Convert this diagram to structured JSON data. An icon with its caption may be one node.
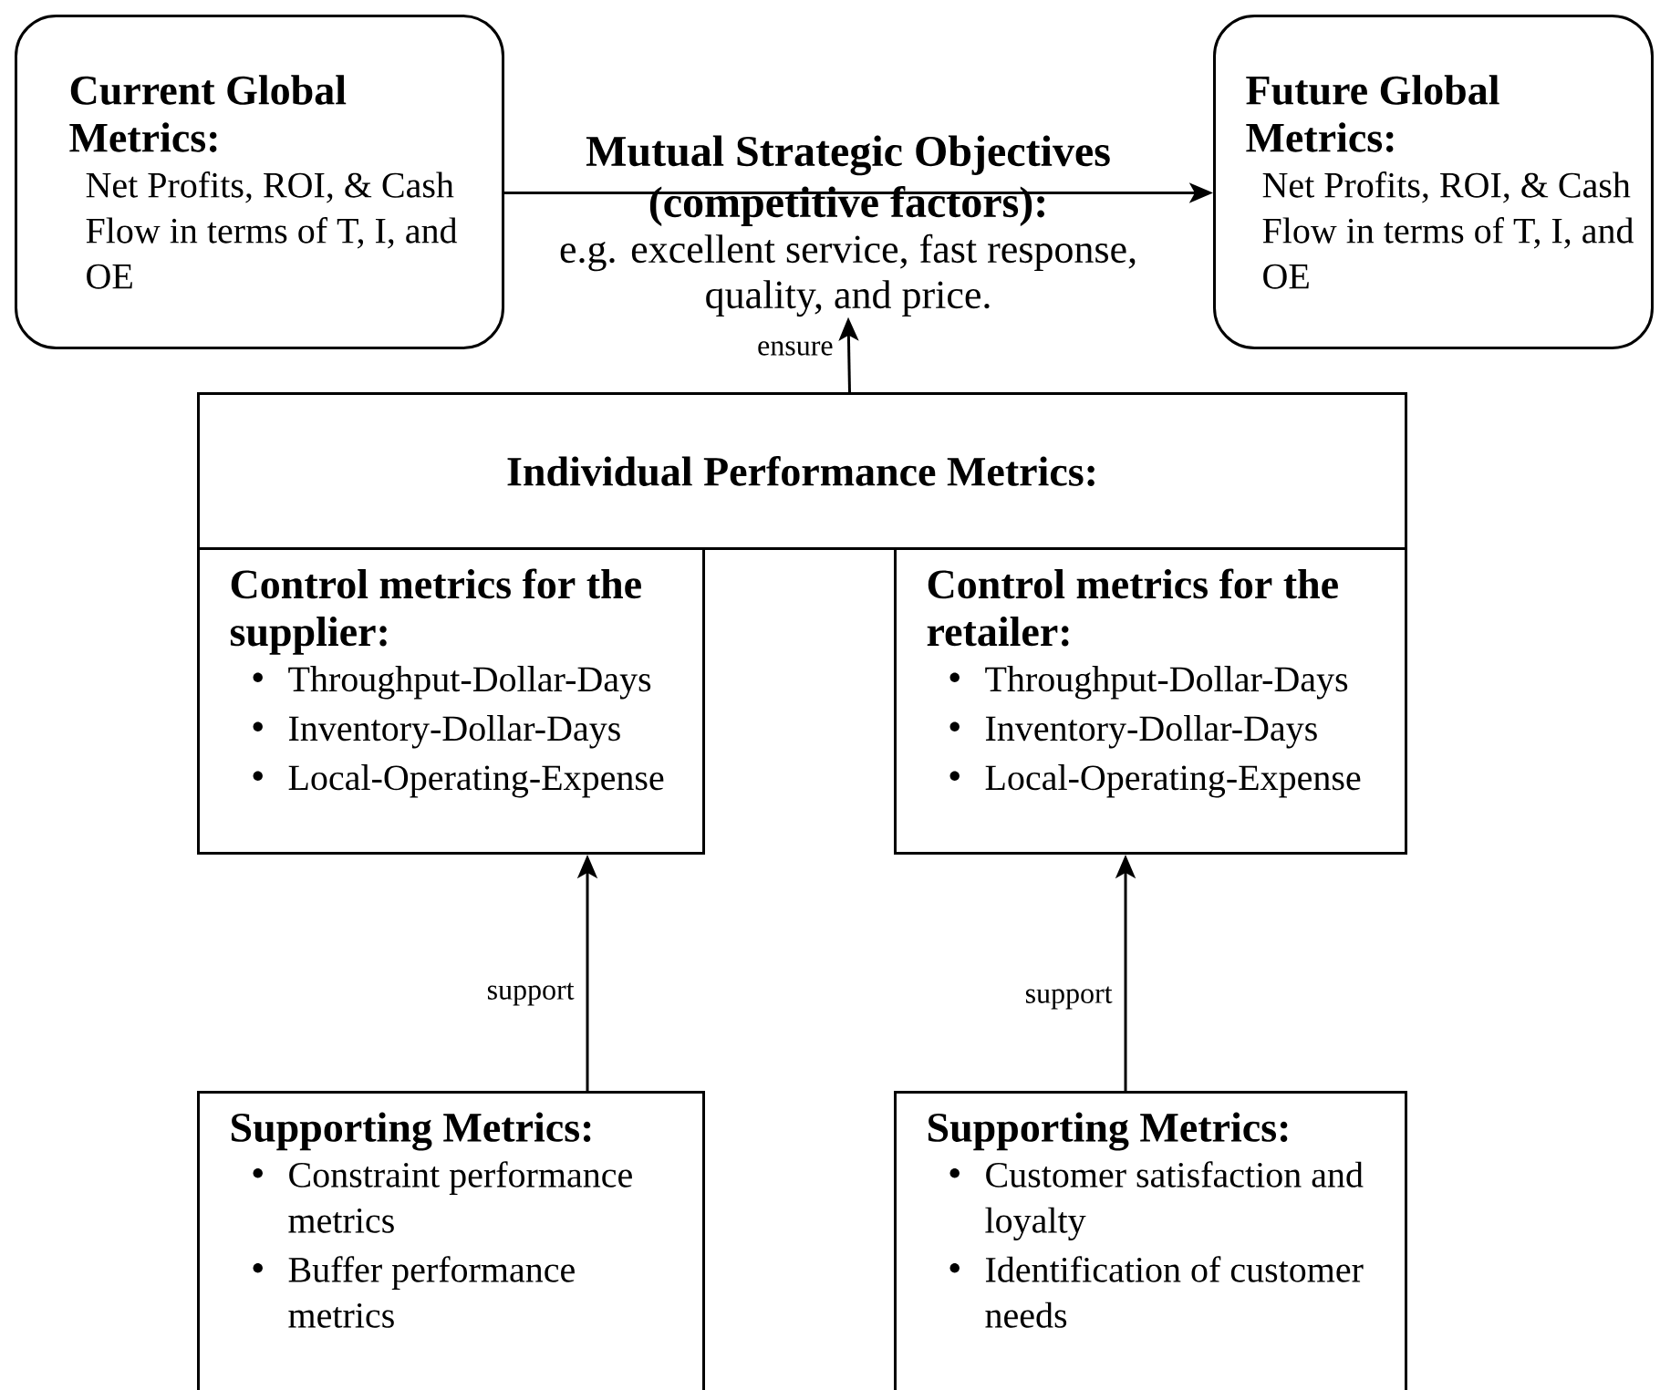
{
  "diagram": {
    "nodes": [
      {
        "text": [
          "Current Global Metrics:",
          "Net Profits, ROI, & Cash Flow in terms of T, I, and OE"
        ]
      },
      {
        "text": [
          "Mutual Strategic Objectives (competitive factors):",
          "e.g. excellent service, fast response, quality, and price."
        ]
      },
      {
        "text": [
          "Future Global Metrics:",
          "Net Profits, ROI, & Cash Flow in terms of T, I, and OE"
        ]
      },
      {
        "text": [
          "Individual Performance Metrics:"
        ]
      },
      {
        "text": [
          "Control metrics for the supplier:",
          "Throughput-Dollar-Days",
          "Inventory-Dollar-Days",
          "Local-Operating-Expense"
        ]
      },
      {
        "text": [
          "Control metrics for the retailer:",
          "Throughput-Dollar-Days",
          "Inventory-Dollar-Days",
          "Local-Operating-Expense"
        ]
      },
      {
        "text": [
          "Supporting Metrics:",
          "Constraint performance metrics",
          "Buffer performance metrics"
        ]
      },
      {
        "text": [
          "Supporting Metrics:",
          "Customer satisfaction and loyalty",
          "Identification of customer needs"
        ]
      }
    ],
    "edges": [
      {
        "from": 0,
        "to": 2,
        "arrow": "to"
      },
      {
        "from": 3,
        "to": 1,
        "arrow": "to",
        "label": "ensure"
      },
      {
        "from": 6,
        "to": 4,
        "arrow": "to",
        "label": "support"
      },
      {
        "from": 7,
        "to": 5,
        "arrow": "to",
        "label": "support"
      }
    ]
  }
}
